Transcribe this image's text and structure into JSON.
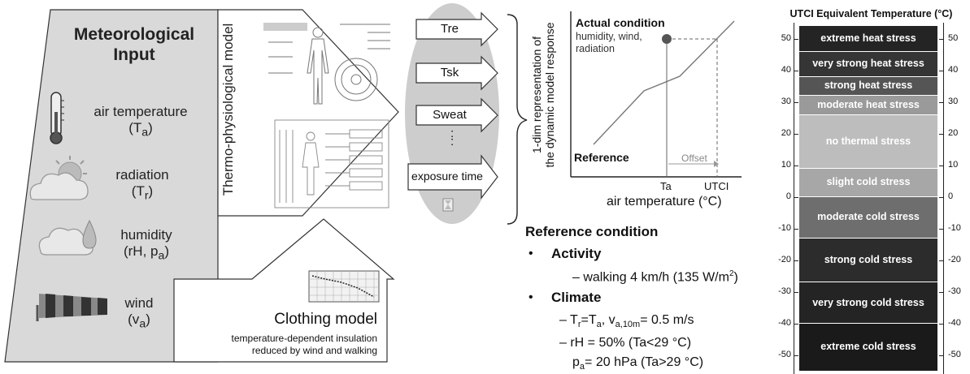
{
  "meteorological": {
    "title": "Meteorological Input",
    "items": [
      {
        "label": "air temperature",
        "symbol": "(T",
        "sub": "a",
        "close": ")",
        "icon": "thermometer-icon"
      },
      {
        "label": "radiation",
        "symbol": "(T",
        "sub": "r",
        "close": ")",
        "icon": "sun-cloud-icon"
      },
      {
        "label": "humidity",
        "symbol": "(rH, p",
        "sub": "a",
        "close": ")",
        "icon": "raindrop-cloud-icon"
      },
      {
        "label": "wind",
        "symbol": "(v",
        "sub": "a",
        "close": ")",
        "icon": "windsock-icon"
      }
    ]
  },
  "model": {
    "label": "Thermo-physiological model"
  },
  "outputs": [
    "Tre",
    "Tsk",
    "Sweat",
    "exposure time"
  ],
  "outputs_ellipsis": ":",
  "clothing": {
    "title": "Clothing model",
    "line1": "temperature-dependent insulation",
    "line2": "reduced by wind and walking"
  },
  "response_chart": {
    "ylabel_line1": "1-dim representation of",
    "ylabel_line2": "the dynamic model response",
    "xlabel": "air temperature (°C)",
    "actual_title": "Actual condition",
    "actual_sub1": "humidity, wind,",
    "actual_sub2": "radiation",
    "reference_label": "Reference",
    "offset_label": "Offset",
    "tick_ta": "Ta",
    "tick_utci": "UTCI"
  },
  "reference": {
    "title": "Reference condition",
    "bullet": "•",
    "activity_heading": "Activity",
    "activity_text": "– walking 4 km/h (135 W/m",
    "activity_sup": "2",
    "activity_close": ")",
    "climate_heading": "Climate",
    "climate_line1_a": "– T",
    "climate_line1_sub1": "r",
    "climate_line1_b": "=T",
    "climate_line1_sub2": "a",
    "climate_line1_c": ", v",
    "climate_line1_sub3": "a,10m",
    "climate_line1_d": "= 0.5 m/s",
    "climate_line2": "– rH = 50%  (Ta<29 °C)",
    "climate_line3_a": "p",
    "climate_line3_sub": "a",
    "climate_line3_b": "= 20 hPa (Ta>29 °C)"
  },
  "utci_scale": {
    "title": "UTCI Equivalent Temperature (°C)",
    "ticks": [
      "50",
      "40",
      "30",
      "20",
      "10",
      "0",
      "-10",
      "-20",
      "-30",
      "-40",
      "-50"
    ],
    "bands": [
      {
        "label": "extreme heat stress",
        "from": 46,
        "to": 54,
        "color": "#242424"
      },
      {
        "label": "very strong heat stress",
        "from": 38,
        "to": 46,
        "color": "#353535"
      },
      {
        "label": "strong heat stress",
        "from": 32,
        "to": 38,
        "color": "#555555"
      },
      {
        "label": "moderate heat stress",
        "from": 26,
        "to": 32,
        "color": "#9a9a9a"
      },
      {
        "label": "no thermal stress",
        "from": 9,
        "to": 26,
        "color": "#bdbdbd"
      },
      {
        "label": "slight cold stress",
        "from": 0,
        "to": 9,
        "color": "#a7a7a7"
      },
      {
        "label": "moderate cold stress",
        "from": -13,
        "to": 0,
        "color": "#6e6e6e"
      },
      {
        "label": "strong cold stress",
        "from": -27,
        "to": -13,
        "color": "#2c2c2c"
      },
      {
        "label": "very strong cold stress",
        "from": -40,
        "to": -27,
        "color": "#242424"
      },
      {
        "label": "extreme cold stress",
        "from": -55,
        "to": -40,
        "color": "#1a1a1a"
      }
    ]
  },
  "colors": {
    "panel_gray": "#d9d9d9",
    "ellipse_gray": "#cdcdcd",
    "dark": "#1a1a1a"
  }
}
